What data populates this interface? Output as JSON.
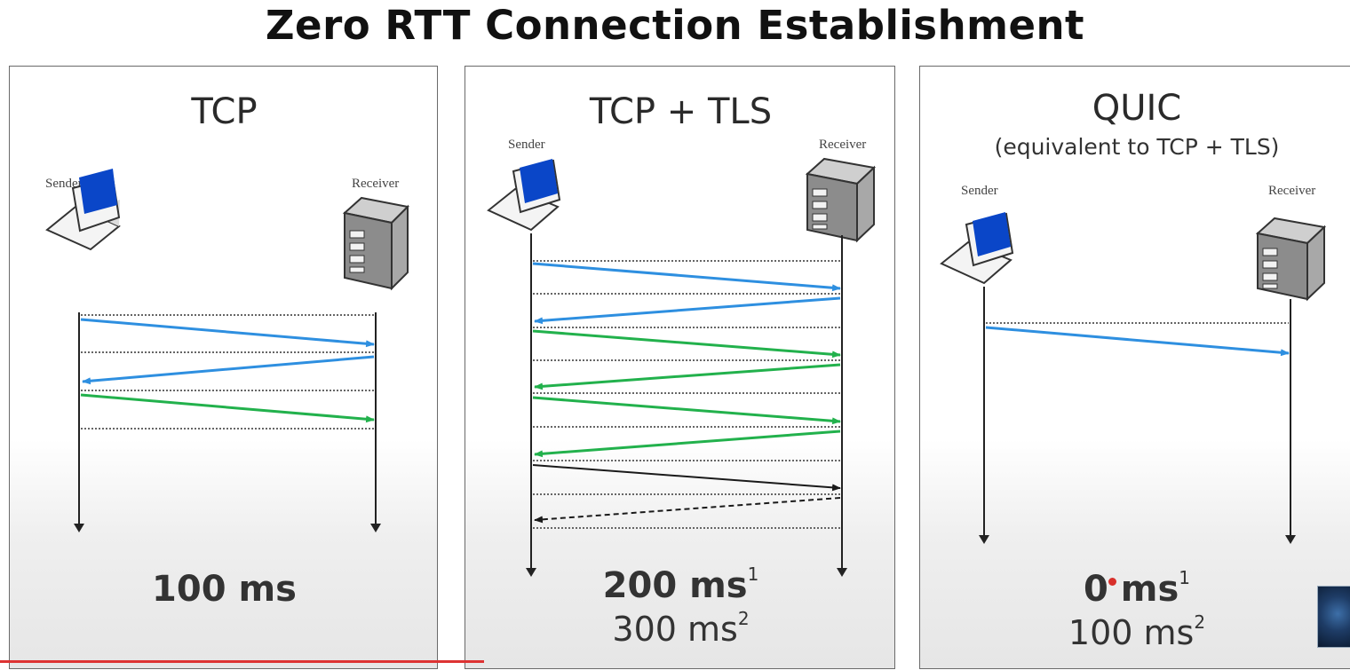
{
  "title": "Zero RTT Connection Establishment",
  "panels": {
    "tcp": {
      "title": "TCP",
      "sender": "Sender",
      "receiver": "Receiver",
      "result_main": "100 ms"
    },
    "tls": {
      "title": "TCP + TLS",
      "sender": "Sender",
      "receiver": "Receiver",
      "result_main": "200 ms",
      "result_main_note": "1",
      "result_alt": "300 ms",
      "result_alt_note": "2"
    },
    "quic": {
      "title": "QUIC",
      "subtitle": "(equivalent to TCP + TLS)",
      "sender": "Sender",
      "receiver": "Receiver",
      "result_main": "0 ms",
      "result_main_note": "1",
      "result_alt": "100 ms",
      "result_alt_note": "2"
    }
  },
  "colors": {
    "blue": "#2e8fe0",
    "green": "#22b14c",
    "black": "#1a1a1a",
    "dotted": "#666666",
    "screen": "#0a46c8"
  }
}
